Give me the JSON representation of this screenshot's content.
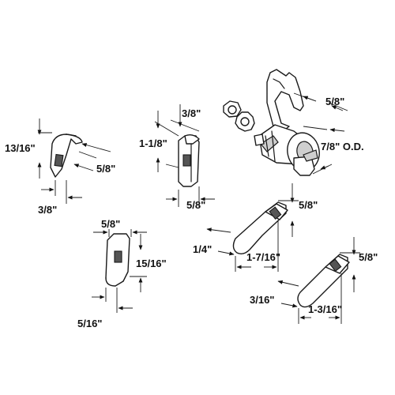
{
  "labels": {
    "cam1_height": "13/16\"",
    "cam1_length": "5/8\"",
    "cam1_width": "3/8\"",
    "cam2_offset": "3/8\"",
    "cam2_height": "1-1/8\"",
    "cam2_width": "5/8\"",
    "cam3_width": "5/8\"",
    "cam3_length": "15/16\"",
    "cam3_offset": "5/16\"",
    "cam4_width": "5/8\"",
    "cam4_offset": "1/4\"",
    "cam4_length": "1-7/16\"",
    "cam5_width": "5/8\"",
    "cam5_offset": "3/16\"",
    "cam5_length": "1-3/16\"",
    "lock_length": "5/8\"",
    "lock_diameter": "7/8\" O.D."
  }
}
